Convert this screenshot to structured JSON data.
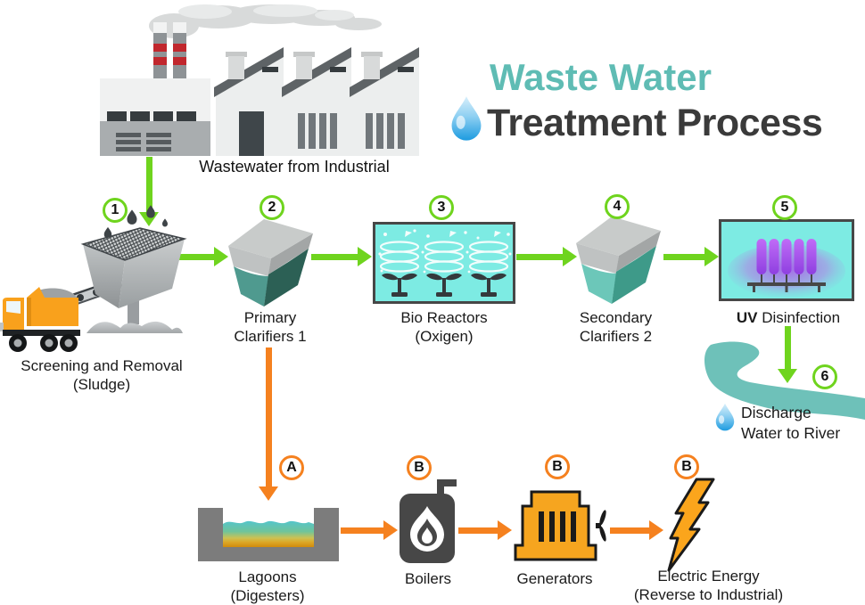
{
  "title": {
    "line1": "Waste Water",
    "line2": "Treatment Process"
  },
  "source": {
    "label": "Wastewater from Industrial"
  },
  "steps": {
    "s1": {
      "num": "1",
      "line1": "Screening and Removal",
      "line2": "(Sludge)"
    },
    "s2": {
      "num": "2",
      "line1": "Primary",
      "line2": "Clarifiers 1"
    },
    "s3": {
      "num": "3",
      "line1": "Bio Reactors",
      "line2": "(Oxigen)"
    },
    "s4": {
      "num": "4",
      "line1": "Secondary",
      "line2": "Clarifiers 2"
    },
    "s5": {
      "num": "5",
      "bold": "UV",
      "rest": " Disinfection"
    },
    "s6": {
      "num": "6",
      "line1": "Discharge",
      "line2": "Water to River"
    },
    "sA": {
      "num": "A",
      "line1": "Lagoons",
      "line2": "(Digesters)"
    },
    "sB1": {
      "num": "B",
      "line1": "Boilers"
    },
    "sB2": {
      "num": "B",
      "line1": "Generators"
    },
    "sB3": {
      "num": "B",
      "line1": "Electric Energy",
      "line2": "(Reverse to Industrial)"
    }
  },
  "colors": {
    "green": "#6FD41E",
    "orange": "#F5811F",
    "teal_title": "#5FBCB4",
    "dark_title": "#3A3A3A",
    "cyan_tank": "#7DEBE3",
    "river_teal": "#6EC1B9",
    "purple_lamp": "#A85CEC"
  }
}
